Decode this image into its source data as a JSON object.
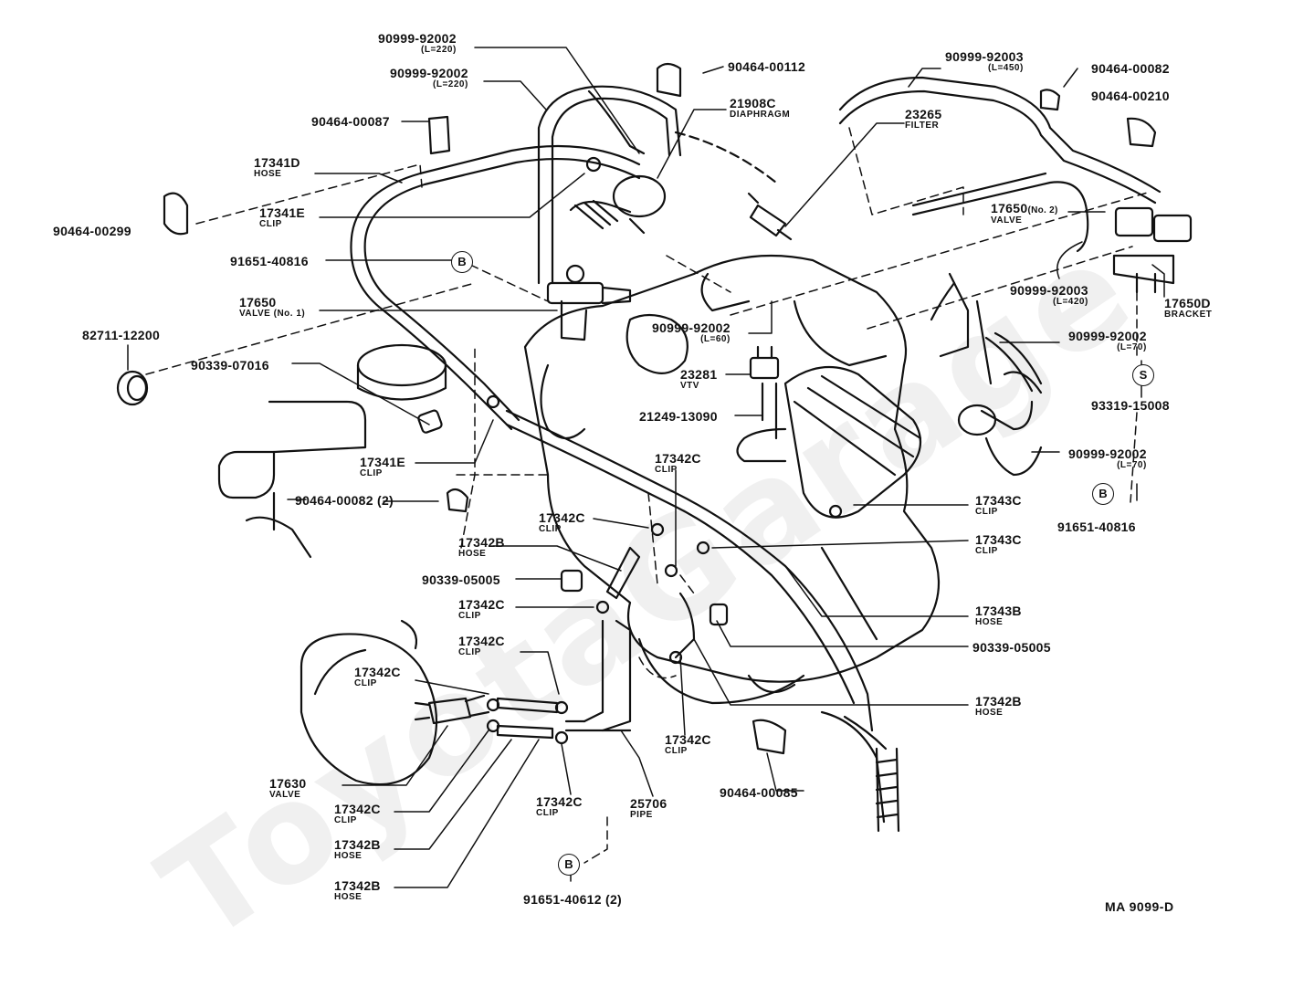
{
  "watermark": "ToyotaGarage",
  "diagram_code": "MA 9099-D",
  "callouts": [
    {
      "id": "c1",
      "pn": "90999-92002",
      "sub": "(L=220)"
    },
    {
      "id": "c2",
      "pn": "90999-92002",
      "sub": "(L=220)"
    },
    {
      "id": "c3",
      "pn": "90464-00112",
      "sub": ""
    },
    {
      "id": "c4",
      "pn": "21908C",
      "sub": "DIAPHRAGM"
    },
    {
      "id": "c5",
      "pn": "90464-00087",
      "sub": ""
    },
    {
      "id": "c6",
      "pn": "17341D",
      "sub": "HOSE"
    },
    {
      "id": "c7",
      "pn": "17341E",
      "sub": "CLIP"
    },
    {
      "id": "c8",
      "pn": "90464-00299",
      "sub": ""
    },
    {
      "id": "c9",
      "pn": "91651-40816",
      "sub": ""
    },
    {
      "id": "c10",
      "pn": "17650",
      "sub": "VALVE (No. 1)"
    },
    {
      "id": "c11",
      "pn": "82711-12200",
      "sub": ""
    },
    {
      "id": "c12",
      "pn": "90339-07016",
      "sub": ""
    },
    {
      "id": "c13",
      "pn": "17341E",
      "sub": "CLIP"
    },
    {
      "id": "c14",
      "pn": "90464-00082 (2)",
      "sub": ""
    },
    {
      "id": "c15",
      "pn": "90999-92003",
      "sub": "(L=450)"
    },
    {
      "id": "c16",
      "pn": "90464-00082",
      "sub": ""
    },
    {
      "id": "c17",
      "pn": "90464-00210",
      "sub": ""
    },
    {
      "id": "c18",
      "pn": "23265",
      "sub": "FILTER"
    },
    {
      "id": "c19",
      "pn": "17650",
      "sub": "VALVE"
    },
    {
      "id": "c20",
      "pn": "90999-92003",
      "sub": "(L=420)"
    },
    {
      "id": "c21",
      "pn": "17650D",
      "sub": "BRACKET"
    },
    {
      "id": "c22",
      "pn": "90999-92002",
      "sub": "(L=60)"
    },
    {
      "id": "c23",
      "pn": "90999-92002",
      "sub": "(L=70)"
    },
    {
      "id": "c24",
      "pn": "23281",
      "sub": "VTV"
    },
    {
      "id": "c25",
      "pn": "93319-15008",
      "sub": ""
    },
    {
      "id": "c26",
      "pn": "21249-13090",
      "sub": ""
    },
    {
      "id": "c27",
      "pn": "90999-92002",
      "sub": "(L=70)"
    },
    {
      "id": "c28",
      "pn": "17342C",
      "sub": "CLIP"
    },
    {
      "id": "c29",
      "pn": "17343C",
      "sub": "CLIP"
    },
    {
      "id": "c30",
      "pn": "91651-40816",
      "sub": ""
    },
    {
      "id": "c31",
      "pn": "17342C",
      "sub": "CLIP"
    },
    {
      "id": "c32",
      "pn": "17343C",
      "sub": "CLIP"
    },
    {
      "id": "c33",
      "pn": "17342B",
      "sub": "HOSE"
    },
    {
      "id": "c34",
      "pn": "90339-05005",
      "sub": ""
    },
    {
      "id": "c35",
      "pn": "17342C",
      "sub": "CLIP"
    },
    {
      "id": "c36",
      "pn": "17343B",
      "sub": "HOSE"
    },
    {
      "id": "c37",
      "pn": "90339-05005",
      "sub": ""
    },
    {
      "id": "c38",
      "pn": "17342C",
      "sub": "CLIP"
    },
    {
      "id": "c39",
      "pn": "17342C",
      "sub": "CLIP"
    },
    {
      "id": "c40",
      "pn": "17342B",
      "sub": "HOSE"
    },
    {
      "id": "c41",
      "pn": "17342C",
      "sub": "CLIP"
    },
    {
      "id": "c42",
      "pn": "17630",
      "sub": "VALVE"
    },
    {
      "id": "c43",
      "pn": "17342C",
      "sub": "CLIP"
    },
    {
      "id": "c44",
      "pn": "17342C",
      "sub": "CLIP"
    },
    {
      "id": "c45",
      "pn": "25706",
      "sub": "PIPE"
    },
    {
      "id": "c46",
      "pn": "90464-00085",
      "sub": ""
    },
    {
      "id": "c47",
      "pn": "17342B",
      "sub": "HOSE"
    },
    {
      "id": "c48",
      "pn": "17342B",
      "sub": "HOSE"
    },
    {
      "id": "c49",
      "pn": "91651-40612 (2)",
      "sub": ""
    }
  ],
  "markers": [
    {
      "id": "m1",
      "letter": "B"
    },
    {
      "id": "m2",
      "letter": "B"
    },
    {
      "id": "m3",
      "letter": "S"
    },
    {
      "id": "m4",
      "letter": "B"
    }
  ]
}
